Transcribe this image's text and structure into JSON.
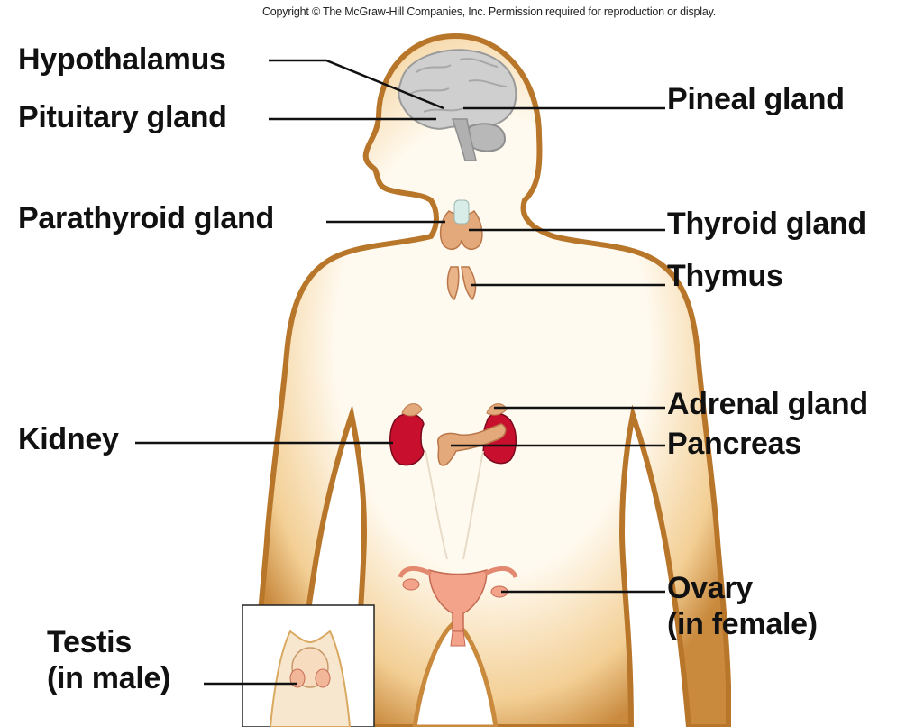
{
  "copyright": "Copyright © The McGraw-Hill Companies, Inc. Permission required for reproduction or display.",
  "labels": {
    "hypothalamus": "Hypothalamus",
    "pituitary": "Pituitary gland",
    "pineal": "Pineal gland",
    "parathyroid": "Parathyroid gland",
    "thyroid": "Thyroid gland",
    "thymus": "Thymus",
    "kidney": "Kidney",
    "adrenal": "Adrenal gland",
    "pancreas": "Pancreas",
    "ovary_line1": "Ovary",
    "ovary_line2": "(in female)",
    "testis_line1": "Testis",
    "testis_line2": "(in male)"
  },
  "colors": {
    "body_outline": "#b8762a",
    "body_fill": "#fffaf0",
    "brain": "#c9c9c9",
    "gland": "#e4a97a",
    "kidney": "#c8102e",
    "ovary": "#f2a38a",
    "leader_line": "#111111"
  }
}
